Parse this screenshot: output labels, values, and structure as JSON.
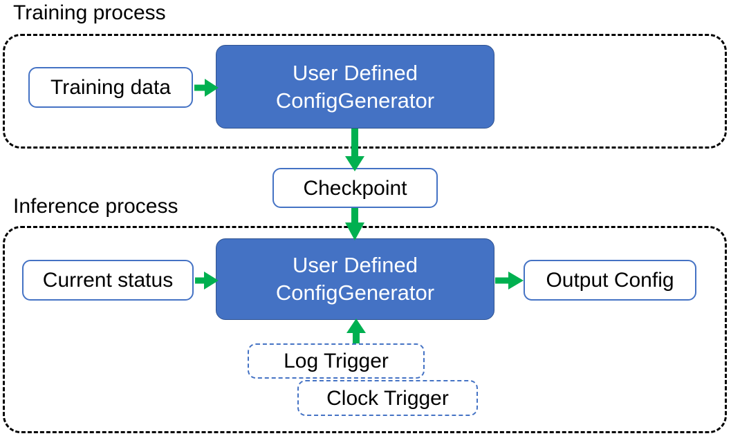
{
  "diagram": {
    "title_training": "Training process",
    "title_inference": "Inference process",
    "colors": {
      "accent_blue": "#4472C4",
      "filled_box_border": "#2F528F",
      "arrow_green": "#00B050",
      "container_dash": "#000000",
      "text_dark": "#000000",
      "text_light": "#FFFFFF",
      "background": "#FFFFFF"
    },
    "training_process": {
      "label": "Training process",
      "nodes": {
        "input": "Training data",
        "processor_line1": "User Defined",
        "processor_line2": "ConfigGenerator"
      }
    },
    "shared": {
      "checkpoint": "Checkpoint"
    },
    "inference_process": {
      "label": "Inference process",
      "nodes": {
        "input": "Current status",
        "processor_line1": "User Defined",
        "processor_line2": "ConfigGenerator",
        "output": "Output Config",
        "trigger_log": "Log Trigger",
        "trigger_clock": "Clock Trigger"
      }
    },
    "edges": [
      {
        "name": "training-data-to-generator",
        "from": "Training data",
        "to": "User Defined ConfigGenerator",
        "direction": "right"
      },
      {
        "name": "generator-to-checkpoint",
        "from": "User Defined ConfigGenerator",
        "to": "Checkpoint",
        "direction": "down"
      },
      {
        "name": "checkpoint-to-inference-generator",
        "from": "Checkpoint",
        "to": "User Defined ConfigGenerator",
        "direction": "down"
      },
      {
        "name": "current-status-to-generator",
        "from": "Current status",
        "to": "User Defined ConfigGenerator",
        "direction": "right"
      },
      {
        "name": "generator-to-output-config",
        "from": "User Defined ConfigGenerator",
        "to": "Output Config",
        "direction": "right"
      },
      {
        "name": "triggers-to-generator",
        "from": "Log Trigger / Clock Trigger",
        "to": "User Defined ConfigGenerator",
        "direction": "up"
      }
    ]
  }
}
